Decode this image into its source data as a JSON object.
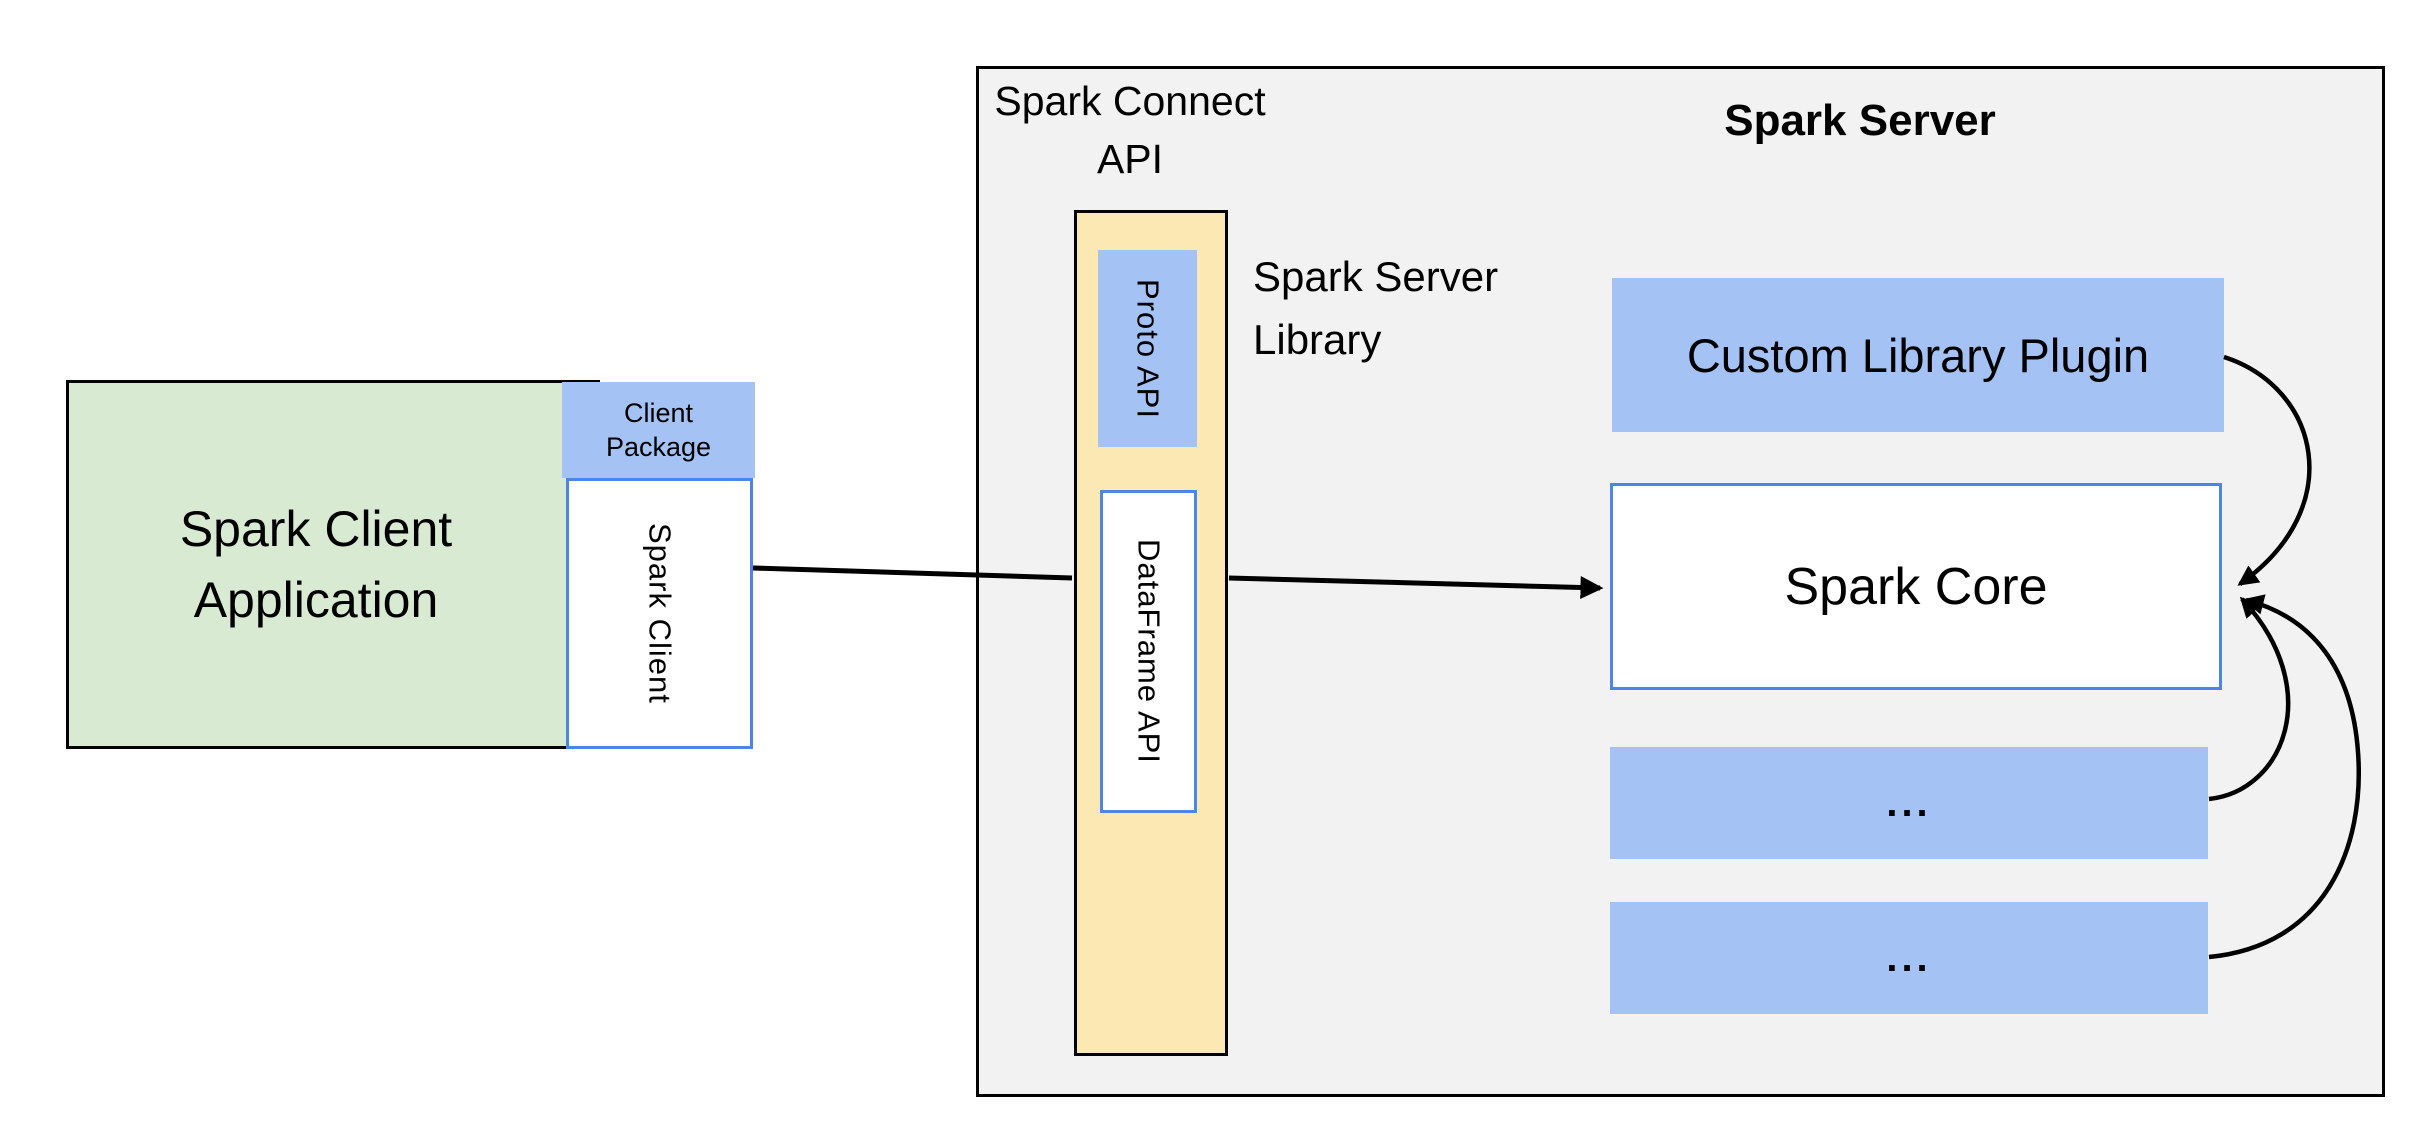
{
  "colors": {
    "green": "#d9ead3",
    "blue": "#a4c2f4",
    "blue_border": "#4a86e8",
    "yellow": "#fce8b2",
    "server_bg": "#f2f2f2",
    "line": "#000000",
    "canvas_bg": "#ffffff"
  },
  "client": {
    "app_label": "Spark Client\nApplication",
    "package_label": "Client\nPackage",
    "client_label": "Spark Client"
  },
  "server": {
    "connect_api_label": "Spark Connect\nAPI",
    "title": "Spark Server",
    "library_label": "Spark Server\nLibrary",
    "proto_api_label": "Proto API",
    "dataframe_api_label": "DataFrame API",
    "custom_plugin_label": "Custom Library Plugin",
    "core_label": "Spark Core",
    "module1_label": "...",
    "module2_label": "..."
  }
}
